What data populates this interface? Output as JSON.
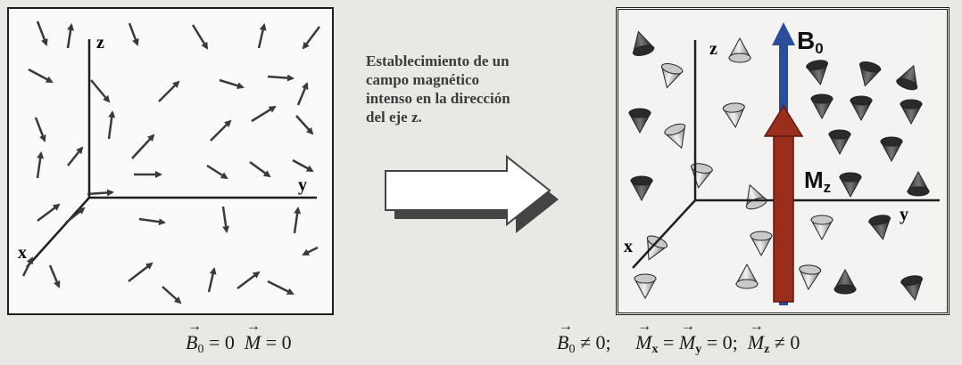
{
  "left_panel": {
    "axis_labels": {
      "z": "z",
      "y": "y",
      "x": "x"
    }
  },
  "caption": {
    "lines": [
      "Establecimiento de un",
      "campo magnético",
      "intenso en la dirección",
      "del eje z."
    ]
  },
  "right_panel": {
    "axis_labels": {
      "z": "z",
      "y": "y",
      "x": "x"
    },
    "field_label": "B",
    "field_subscript": "0",
    "magnetization_label": "M",
    "magnetization_subscript": "z"
  },
  "formulas": {
    "left": {
      "b_symbol": "B",
      "b_sub": "0",
      "eq1": " = 0  ",
      "m_symbol": "M",
      "eq2": " = 0"
    },
    "right": {
      "b_symbol": "B",
      "b_sub": "0",
      "b_rel": " ≠ 0;     ",
      "mx_symbol": "M",
      "mx_sub": "x",
      "mid": " = ",
      "my_symbol": "M",
      "my_sub": "y",
      "my_rel": " = 0;  ",
      "mz_symbol": "M",
      "mz_sub": "z",
      "mz_rel": " ≠ 0"
    }
  },
  "colors": {
    "field_arrow": "#2c4d99",
    "magnetization_arrow": "#9a2e1c",
    "arrow_ink": "#3a3a3a"
  }
}
